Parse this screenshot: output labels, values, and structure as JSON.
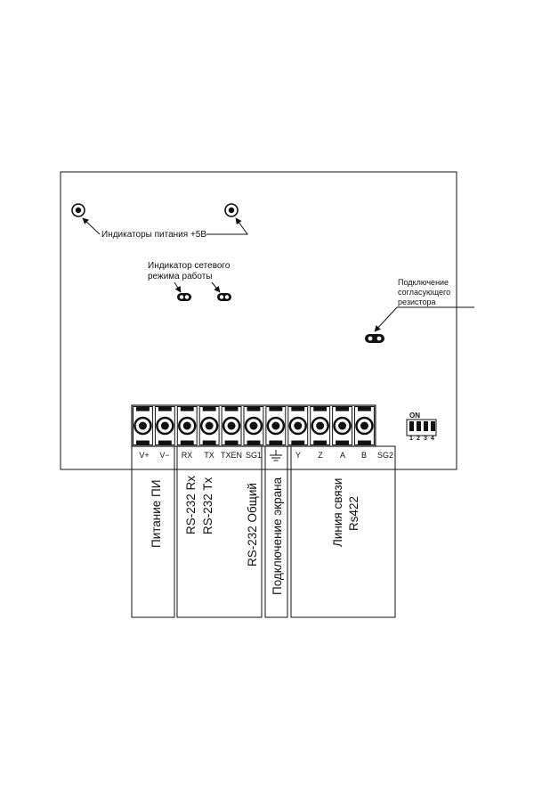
{
  "board": {
    "power_indicators_label": "Индикаторы питания +5В",
    "network_indicator_line1": "Индикатор сетевого",
    "network_indicator_line2": "режима работы",
    "resistor_line1": "Подключение",
    "resistor_line2": "согласующего",
    "resistor_line3": "резистора",
    "dip_on": "ON",
    "dip_numbers": [
      "1",
      "2",
      "3",
      "4"
    ]
  },
  "terminals": [
    "V+",
    "V−",
    "RX",
    "TX",
    "TXEN",
    "SG1",
    "Y",
    "Z",
    "A",
    "B",
    "SG2"
  ],
  "groups": {
    "power": "Питание ПИ",
    "rs232_rx": "RS-232 Rx",
    "rs232_tx": "RS-232 Tx",
    "rs232_common": "RS-232 Общий",
    "shield": "Подключение экрана",
    "line_1": "Линия связи",
    "line_2": "Rs422"
  }
}
